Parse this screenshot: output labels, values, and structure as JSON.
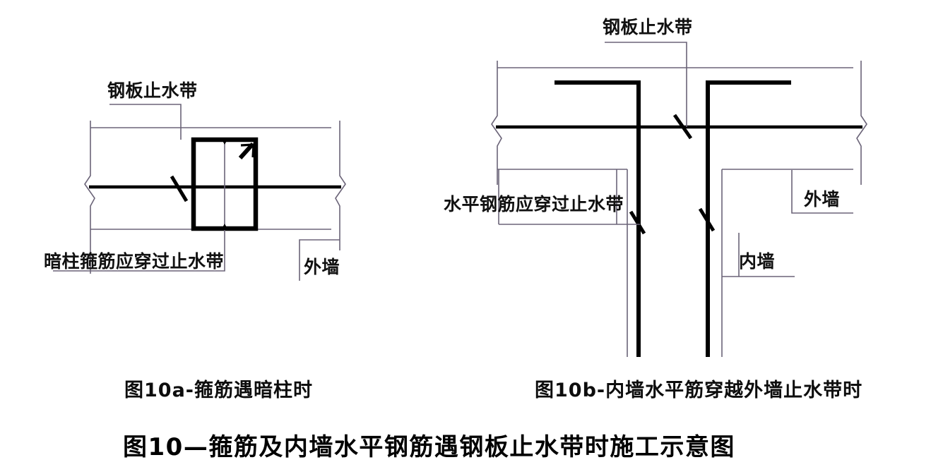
{
  "figure": {
    "title": "图10—箍筋及内墙水平钢筋遇钢板止水带时施工示意图",
    "colors": {
      "background": "#ffffff",
      "thin_line": "#6b6478",
      "thick_line": "#000000",
      "text": "#111111"
    },
    "panels": [
      {
        "id": "10a",
        "caption": "图10a-箍筋遇暗柱时",
        "labels": [
          {
            "key": "waterstop",
            "text": "钢板止水带"
          },
          {
            "key": "stirrup_note",
            "text": "暗柱箍筋应穿过止水带"
          },
          {
            "key": "outer_wall",
            "text": "外墙"
          }
        ]
      },
      {
        "id": "10b",
        "caption": "图10b-内墙水平筋穿越外墙止水带时",
        "labels": [
          {
            "key": "waterstop",
            "text": "钢板止水带"
          },
          {
            "key": "horizontal_rebar_note",
            "text": "水平钢筋应穿过止水带"
          },
          {
            "key": "outer_wall",
            "text": "外墙"
          },
          {
            "key": "inner_wall",
            "text": "内墙"
          }
        ]
      }
    ]
  }
}
